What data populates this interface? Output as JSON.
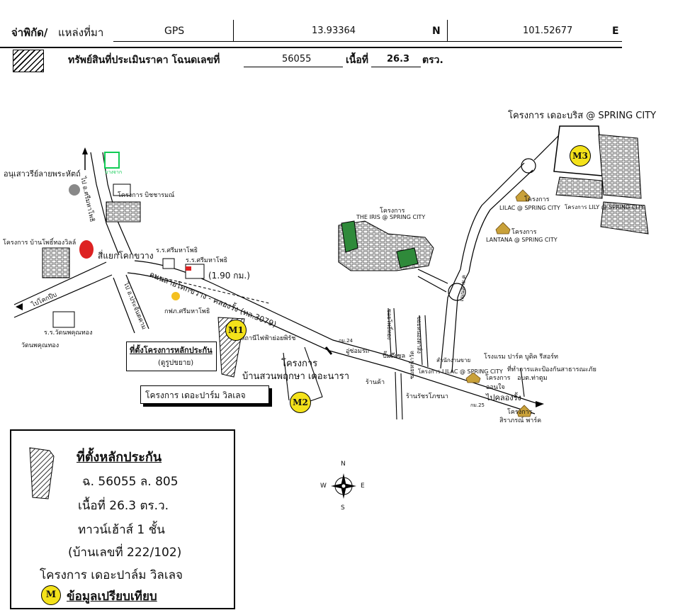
{
  "header": {
    "coord_label": "จ่าพิกัด/",
    "source_label": "แหล่งที่มา",
    "source_value": "GPS",
    "lat_value": "13.93364",
    "lat_dir": "N",
    "lon_value": "101.52677",
    "lon_dir": "E",
    "asset_label": "ทรัพย์สินที่ประเมินราคา โฉนดเลขที่",
    "deed_no": "56055",
    "area_label": "เนื้อที่",
    "area_value": "26.3",
    "area_unit": "ตรว."
  },
  "map": {
    "project_bodrisa": "โครงการ เดอะบริส @ SPRING CITY",
    "monument": "อนุเสาวรีย์ลายพระหัตถ์",
    "ptt_logo": "บางจาก",
    "road_srimahaphot": "ไป อ.ศรีมหาโพธิ",
    "project_bisarom": "โครงการ บิชชารมณ์",
    "project_banpho": "โครงการ บ้านโพธิ์ทองวิลล์",
    "intersection": "สี่แยกโคกขวาง",
    "school1": "ร.ร.ศรีมหาโพธิ",
    "school2": "ร.ร.ศรีมหาโพธิ",
    "distance": "(1.90 กม.)",
    "road_main": "ถนนสายโคกขวาง - คลองรั้ง (ทล.3079)",
    "road_prachin": "ไป อ.ประจันตคาม",
    "road_kokpip": "ไปโคกปีบ",
    "electric": "กฟภ.ศรีมหาโพธิ",
    "school_wat": "ร.ร.วัดนพคุณทอง",
    "temple": "วัดนพคุณทอง",
    "power_station": "สถานีไฟฟ้าย่อยพิรัช",
    "km24": "กม.24",
    "garage": "อู่ซ่อมรถ",
    "gas_station": "ปั๊มดีเซล",
    "iris_project": "โครงการ",
    "iris_name": "THE IRIS @ SPRING CITY",
    "lilac_project": "โครงการ",
    "lilac_name": "LILAC @ SPRING CITY",
    "lily_name": "โครงการ LILY @ SPRING CITY",
    "lantana_project": "โครงการ",
    "lantana_name": "LANTANA @ SPRING CITY",
    "road_soi": "ซอยโพธิ์ทอง",
    "road_soi2": "ซอยหนองตาสิ่ง",
    "road_soi3": "ซอยหน้าวัด",
    "road_to_x": "ถนนสาย ค",
    "office_sale": "สำนักงานขาย",
    "project_lilac2": "โครงการ LILAC @ SPRING CITY",
    "hotel": "โรงแรม ปาร์ค บูติค รีสอร์ท",
    "disaster_office": "ที่ทำการและป้องกันสาธารณะภัย",
    "obt": "อบต.ท่าตูม",
    "project_banhom": "โครงการ",
    "project_banhom2": "ออนใจ",
    "shop": "ร้านค้า",
    "shop_wat": "ร้านรัชรโภชนา",
    "km25": "กม.25",
    "road_klongrang": "ไปคลองรั้ง",
    "project_sirarom": "โครงการ",
    "project_sirarom2": "สิราภรณ์ พาร์ค",
    "collateral_location": "ที่ตั้งโครงการหลักประกัน",
    "zoom": "(ดูรูปขยาย)",
    "palm_village": "โครงการ เดอะปาร์ม วิลเลจ",
    "project_suan": "โครงการ",
    "project_suan2": "บ้านสวนพฤกษา เดอะนารา",
    "m1": "M1",
    "m2": "M2",
    "m3": "M3",
    "compass_n": "N",
    "compass_s": "S",
    "compass_e": "E",
    "compass_w": "W"
  },
  "legend": {
    "title": "ที่ตั้งหลักประกัน",
    "deed": "ฉ. 56055 ล. 805",
    "area": "เนื้อที่ 26.3 ตร.ว.",
    "type": "ทาวน์เฮ้าส์ 1 ชั้น",
    "house_no": "(บ้านเลขที่ 222/102)",
    "project": "โครงการ เดอะปาล์ม วิลเลจ",
    "marker_letter": "M",
    "comparison": "ข้อมูลเปรียบเทียบ"
  },
  "colors": {
    "marker_fill": "#f4e21a",
    "green": "#2f8a3a",
    "red": "#d22"
  }
}
